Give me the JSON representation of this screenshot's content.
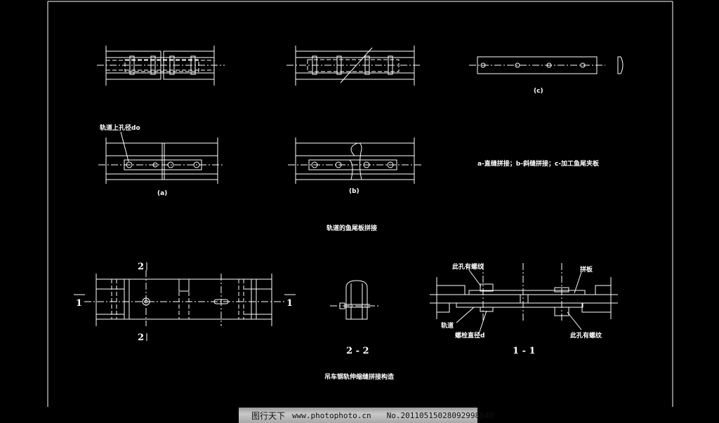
{
  "labels": {
    "rail_hole": "轨道上孔径do",
    "sub_a": "(a)",
    "sub_b": "(b)",
    "sub_c": "(c)",
    "legend_note": "a-直缝拼接；b-斜缝拼接；c-加工鱼尾夹板",
    "title_fishplate": "轨道的鱼尾板拼接",
    "sec2_top": "2",
    "sec2_bottom": "2",
    "sec1_left": "1",
    "sec1_right": "1",
    "section_22": "2 - 2",
    "section_11": "1 - 1",
    "thread_hole_top": "此孔有螺纹",
    "splice_plate": "拼板",
    "rail": "轨道",
    "bolt_dia": "螺栓直径d",
    "thread_hole_bottom": "此孔有螺纹",
    "title_expansion": "吊车钢轨伸缩缝拼接构造"
  },
  "watermark": {
    "site_name": "图行天下",
    "url": "www.photophoto.cn",
    "number": "No.20110515028092998640"
  },
  "colors": {
    "background": "#000000",
    "lines": "#ffffff",
    "watermark_bar": "#b0b0b0"
  }
}
